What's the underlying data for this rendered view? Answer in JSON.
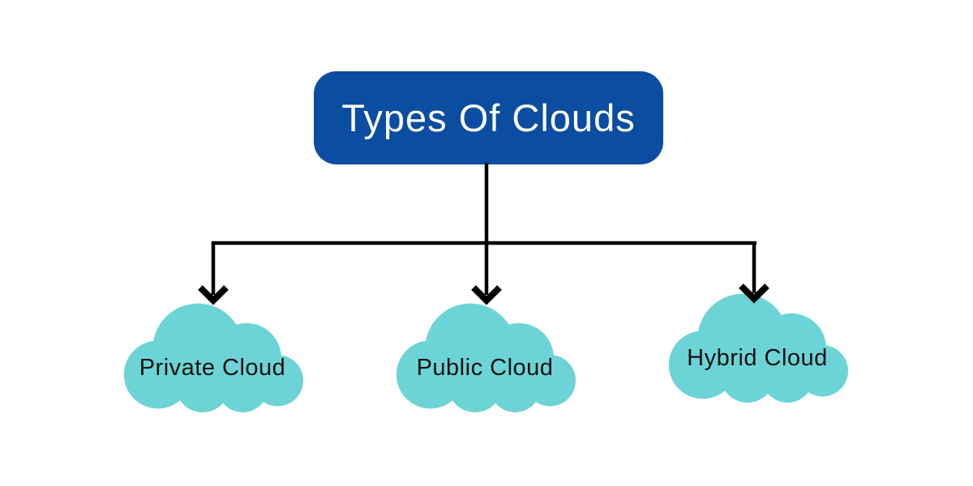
{
  "diagram": {
    "title": "Types Of Clouds",
    "nodes": [
      {
        "id": "private",
        "label": "Private Cloud"
      },
      {
        "id": "public",
        "label": "Public Cloud"
      },
      {
        "id": "hybrid",
        "label": "Hybrid Cloud"
      }
    ],
    "colors": {
      "title_bg": "#0b4da1",
      "title_text": "#ffffff",
      "cloud_fill": "#6cd4d6",
      "label_text": "#111111",
      "connector": "#000000",
      "background": "#ffffff"
    }
  }
}
